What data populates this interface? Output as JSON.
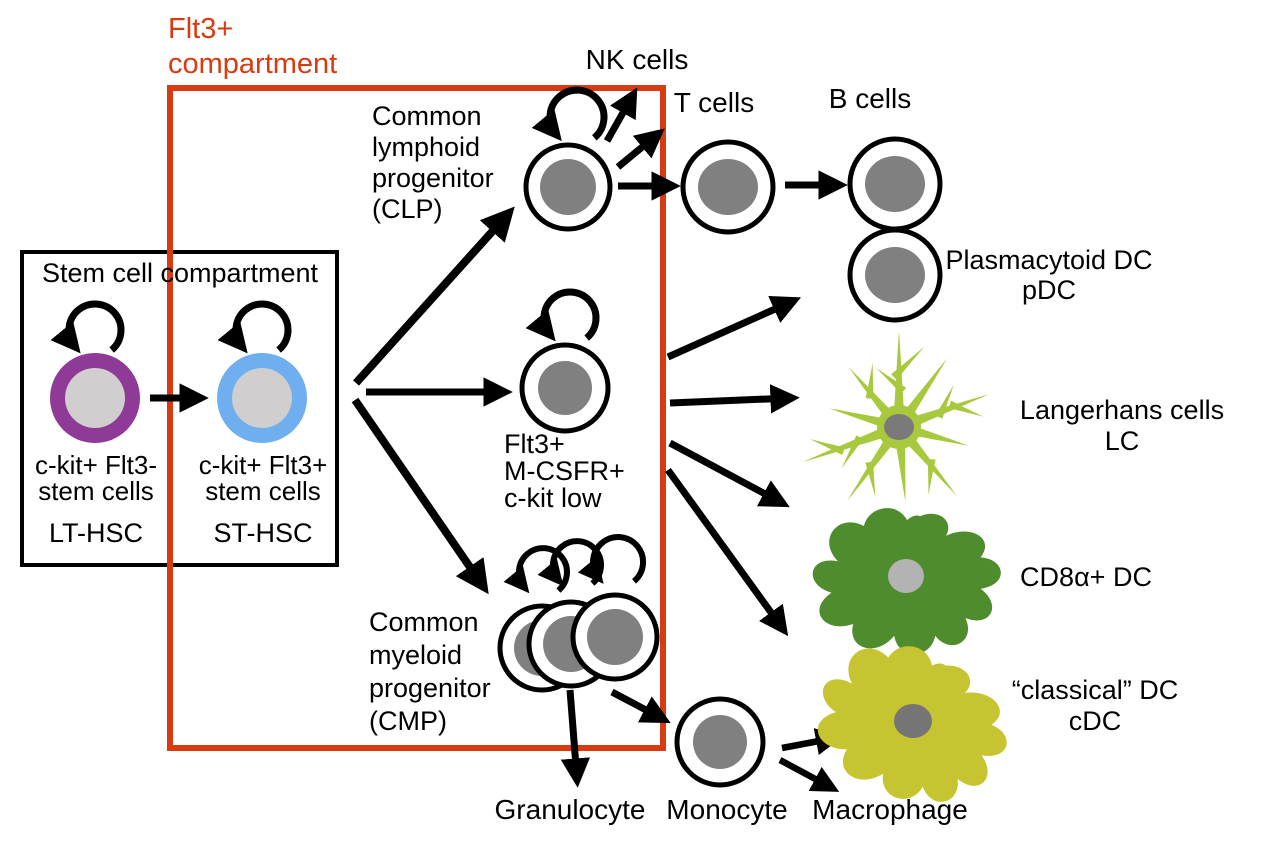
{
  "diagram": {
    "flt3_compartment": {
      "line1": "Flt3+",
      "line2": "compartment",
      "color": "#D93B10"
    },
    "stem_compartment": {
      "title": "Stem cell compartment"
    },
    "lt_hsc": {
      "line1": "c-kit+ Flt3-",
      "line2": "stem cells",
      "abbr": "LT-HSC",
      "ring_color": "#8F3A96",
      "nucleus_color": "#D0CECE"
    },
    "st_hsc": {
      "line1": "c-kit+ Flt3+",
      "line2": "stem cells",
      "abbr": "ST-HSC",
      "ring_color": "#6FAEEF",
      "nucleus_color": "#D0CECE"
    },
    "clp": {
      "line1": "Common",
      "line2": "lymphoid",
      "line3": "progenitor",
      "line4": "(CLP)"
    },
    "mid_progenitor": {
      "line1": "Flt3+",
      "line2": "M-CSFR+",
      "line3": "c-kit low"
    },
    "cmp": {
      "line1": "Common",
      "line2": "myeloid",
      "line3": "progenitor",
      "line4": "(CMP)"
    },
    "nk_cells": "NK cells",
    "t_cells": "T cells",
    "b_cells": "B cells",
    "pdc": {
      "line1": "Plasmacytoid DC",
      "line2": "pDC"
    },
    "langerhans": {
      "line1": "Langerhans cells",
      "line2": "LC",
      "color": "#A8C83E",
      "nucleus_color": "#7A7A7A"
    },
    "cd8a_dc": {
      "label": "CD8α+ DC",
      "color": "#4E8C2D",
      "nucleus_color": "#B3B3B3"
    },
    "classical_dc": {
      "line1": "“classical” DC",
      "line2": "cDC",
      "color": "#C6C431",
      "nucleus_color": "#757575"
    },
    "granulocyte": "Granulocyte",
    "monocyte": "Monocyte",
    "macrophage": "Macrophage",
    "cell_stroke": "#000000",
    "nucleus_gray": "#808080"
  }
}
